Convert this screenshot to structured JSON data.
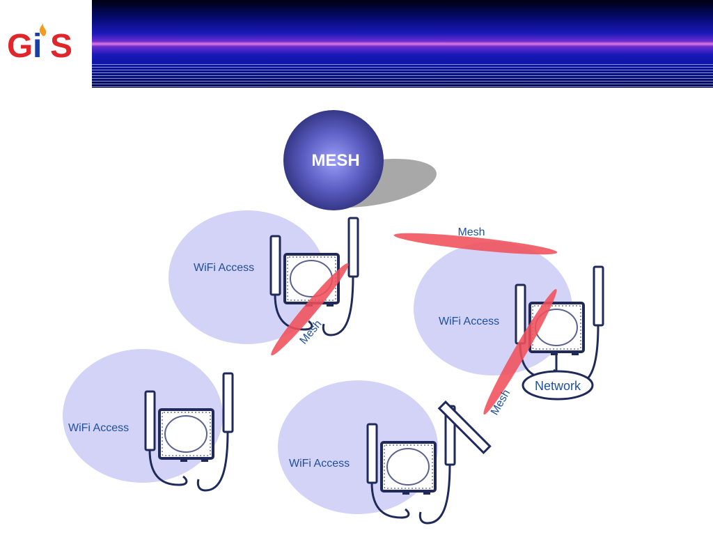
{
  "logo": {
    "text_g": "G",
    "text_i": "i",
    "text_s": "S"
  },
  "diagram": {
    "title": "MESH",
    "nodes": [
      {
        "label": "WiFi Access"
      },
      {
        "label": "WiFi Access"
      },
      {
        "label": "WiFi Access"
      },
      {
        "label": "WiFi Access"
      }
    ],
    "links": [
      {
        "label": "Mesh"
      },
      {
        "label": "Mesh"
      },
      {
        "label": "Mesh"
      }
    ],
    "network_label": "Network"
  },
  "colors": {
    "coverage": "#d3d3f8",
    "mesh_link": "#f0505a",
    "device_outline": "#1f2a5a",
    "label_text": "#1f4f9a",
    "logo_red": "#e0262a",
    "logo_blue": "#1a3ea8"
  }
}
